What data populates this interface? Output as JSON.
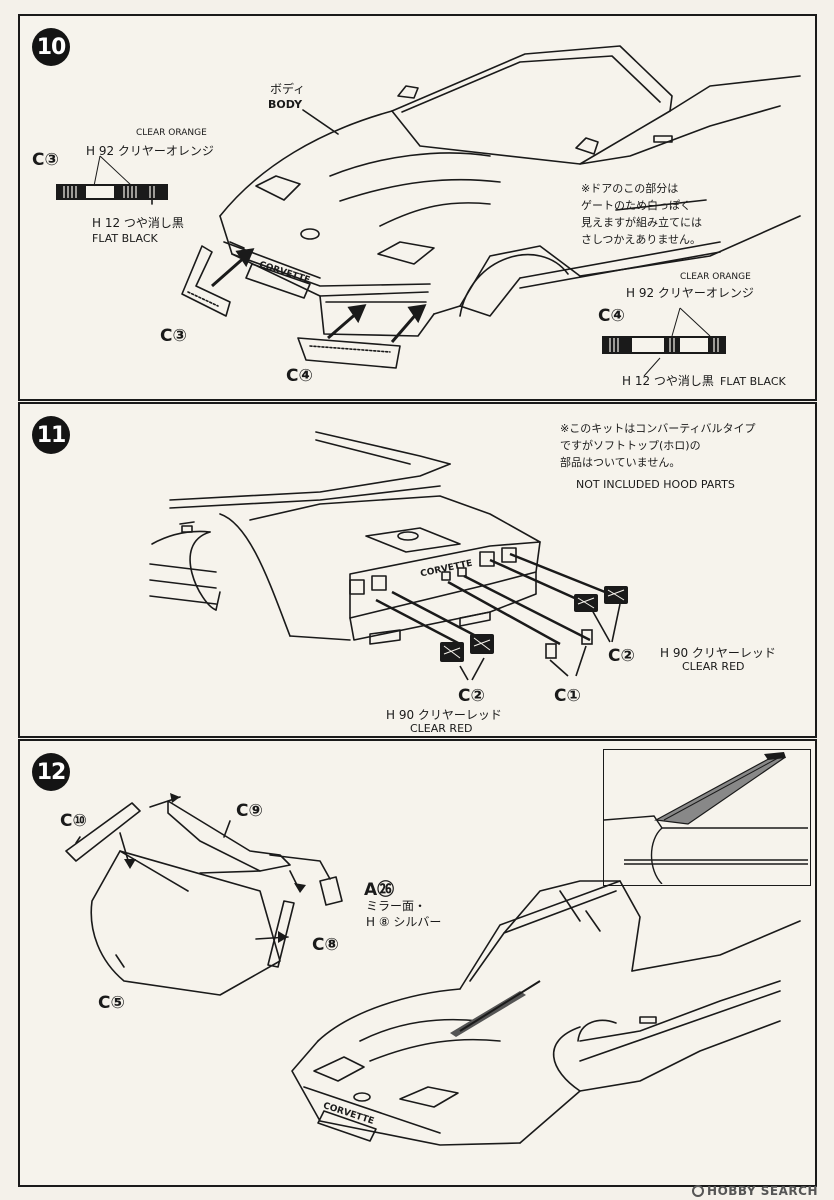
{
  "step10": {
    "number": "10",
    "body_jp": "ボディ",
    "body_en": "BODY",
    "c3_top_label": "C③",
    "c3_orange_en": "CLEAR ORANGE",
    "c3_orange_jp": "H 92 クリヤーオレンジ",
    "c3_black_jp": "H 12 つや消し黒",
    "c3_black_en": "FLAT BLACK",
    "c3_bottom_label": "C③",
    "c4_bottom_label": "C④",
    "note_jp": "※ドアのこの部分は\nゲートのため白っぽく\n見えますが組み立てには\nさしつかえありません。",
    "c4_right_label": "C④",
    "c4_orange_en": "CLEAR ORANGE",
    "c4_orange_jp": "H 92 クリヤーオレンジ",
    "c4_black_jp": "H 12 つや消し黒",
    "c4_black_en": "FLAT BLACK",
    "corvette_badge": "CORVETTE"
  },
  "step11": {
    "number": "11",
    "note_jp": "※このキットはコンバーティバルタイプ\nですがソフトトップ(ホロ)の\n部品はついていません。",
    "note_en": "NOT INCLUDED HOOD PARTS",
    "c2_right_label": "C②",
    "c2_right_jp": "H 90 クリヤーレッド",
    "c2_right_en": "CLEAR RED",
    "c2_bottom_label": "C②",
    "c1_label": "C①",
    "c2_bottom_jp": "H 90 クリヤーレッド",
    "c2_bottom_en": "CLEAR RED",
    "corvette_badge": "CORVETTE"
  },
  "step12": {
    "number": "12",
    "c10_label": "C⑩",
    "c9_label": "C⑨",
    "a26_label": "A㉖",
    "a26_jp_1": "ミラー面・",
    "a26_jp_2": "H ⑧ シルバー",
    "c8_label": "C⑧",
    "c5_label": "C⑤",
    "corvette_badge": "CORVETTE"
  },
  "watermark": "HOBBY SEARCH",
  "colors": {
    "ink": "#1a1a1a",
    "paper": "#f4f1ea"
  }
}
